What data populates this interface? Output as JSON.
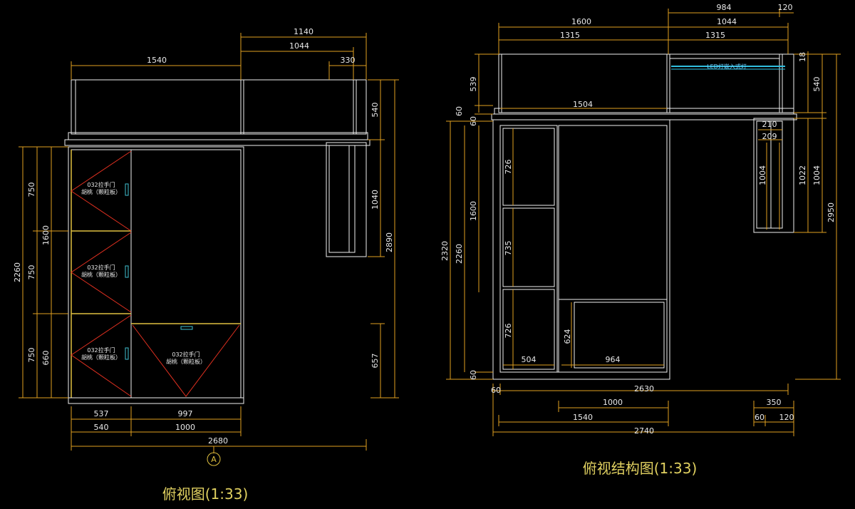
{
  "colors": {
    "background": "#000000",
    "outline": "#f0f0f0",
    "dimension": "#e0a020",
    "door_diagonal": "#e03020",
    "caption": "#e0d060",
    "led_strip": "#30c0e0",
    "handle": "#40c0d0"
  },
  "left_view": {
    "caption": "俯视图(1:33)",
    "marker": "A",
    "top_dims": {
      "d1140": "1140",
      "d1044": "1044",
      "d1540": "1540",
      "d330": "330"
    },
    "right_dims": {
      "d540": "540",
      "d1040": "1040",
      "d2890": "2890",
      "d657": "657"
    },
    "left_dims": {
      "d2260": "2260",
      "d1600": "1600",
      "d750a": "750",
      "d750b": "750",
      "d750c": "750",
      "d660": "660"
    },
    "bottom_dims": {
      "d537": "537",
      "d997": "997",
      "d540": "540",
      "d1000": "1000",
      "d2680": "2680"
    },
    "door_notes": {
      "n1a": "032拉手门",
      "n1b": "胡桃（颗粒板）",
      "n2a": "032拉手门",
      "n2b": "胡桃（颗粒板）",
      "n3a": "032拉手门",
      "n3b": "胡桃（颗粒板）",
      "n4a": "032拉手门",
      "n4b": "胡桃（颗粒板）"
    }
  },
  "right_view": {
    "caption": "俯视结构图(1:33)",
    "led_label": "LED灯嵌入式灯",
    "top_dims": {
      "d984": "984",
      "d120": "120",
      "d1600": "1600",
      "d1044": "1044",
      "d1315a": "1315",
      "d1315b": "1315"
    },
    "left_dims": {
      "d539": "539",
      "d60a": "60",
      "d60b": "60",
      "d2320": "2320",
      "d2260": "2260",
      "d1600": "1600",
      "d60c": "60"
    },
    "inner_dims": {
      "d1504": "1504",
      "d726a": "726",
      "d735": "735",
      "d726b": "726",
      "d624": "624",
      "d504": "504",
      "d964": "964"
    },
    "right_dims": {
      "d18": "18",
      "d540": "540",
      "d210": "210",
      "d209": "209",
      "d1004a": "1004",
      "d1022": "1022",
      "d1004b": "1004",
      "d2950": "2950"
    },
    "bottom_dims": {
      "d60": "60",
      "d2630": "2630",
      "d1000": "1000",
      "d350": "350",
      "d1540": "1540",
      "d60b": "60",
      "d120": "120",
      "d2740": "2740"
    }
  }
}
